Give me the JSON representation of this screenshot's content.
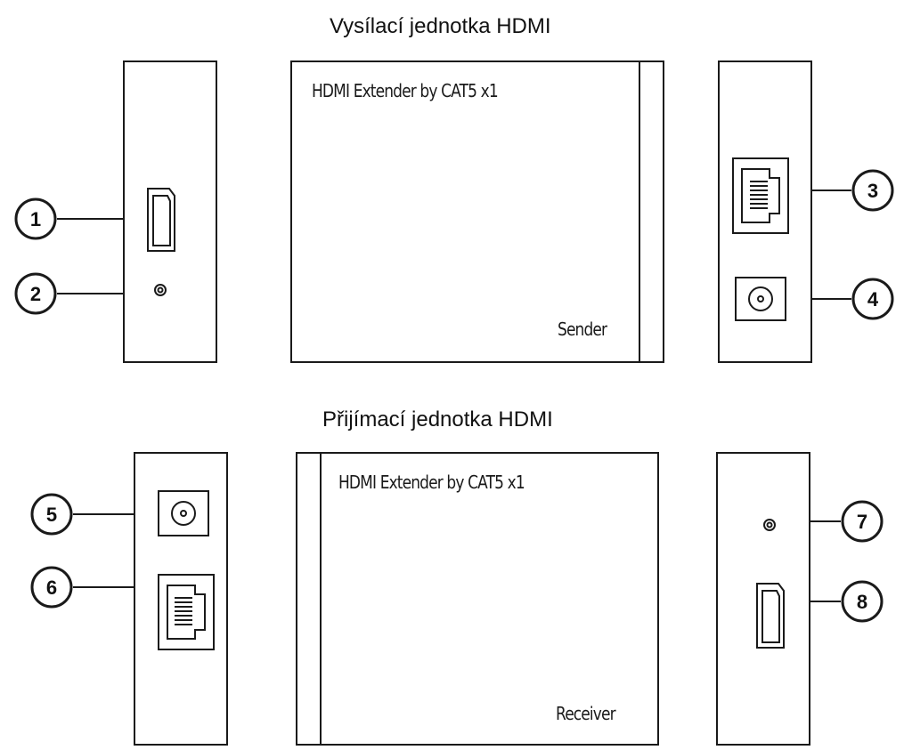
{
  "sender": {
    "title": "Vysílací jednotka HDMI",
    "label": "HDMI Extender by CAT5 x1",
    "unit_name": "Sender"
  },
  "receiver": {
    "title": "Přijímací jednotka HDMI",
    "label": "HDMI Extender by CAT5 x1",
    "unit_name": "Receiver"
  },
  "callouts": [
    "1",
    "2",
    "3",
    "4",
    "5",
    "6",
    "7",
    "8"
  ],
  "icons": [
    "hdmi-port-icon",
    "led-indicator-icon",
    "rj45-port-icon",
    "dc-power-jack-icon"
  ]
}
